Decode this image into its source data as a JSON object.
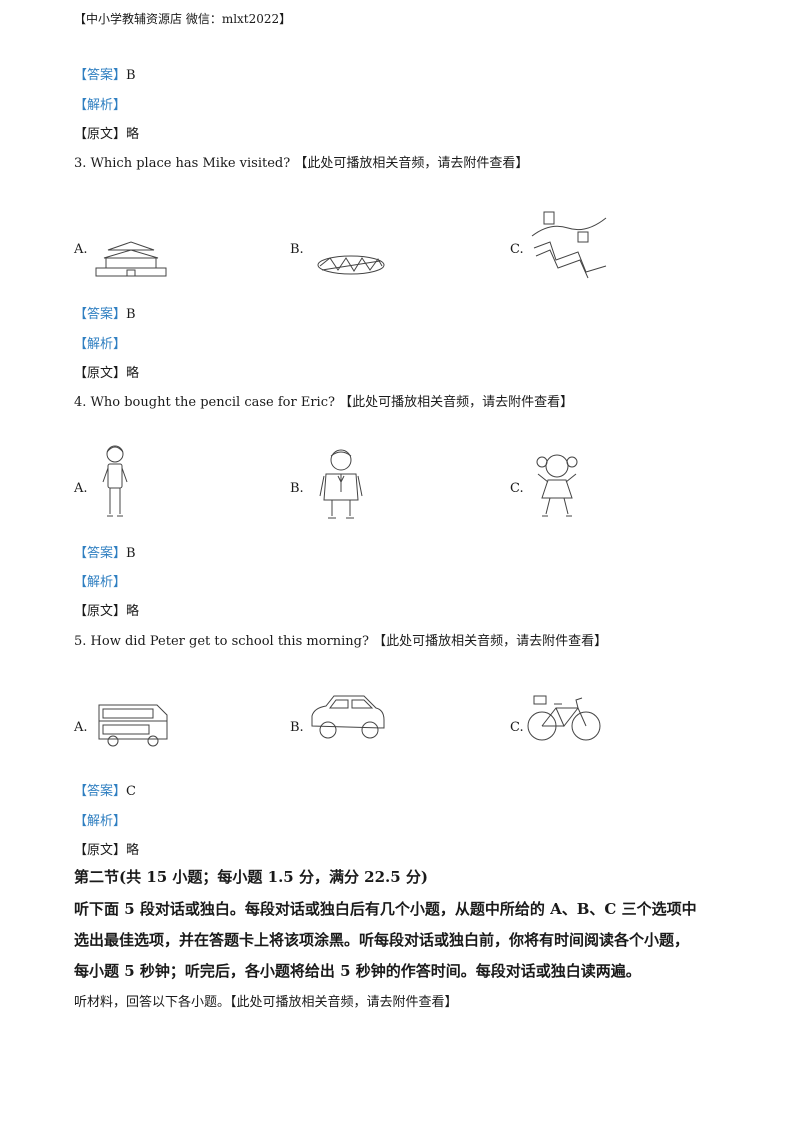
{
  "header": "【中小学教辅资源店  微信：mlxt2022】",
  "tags": {
    "answer": "【答案】",
    "analysis": "【解析】",
    "original": "【原文】"
  },
  "blocks": [
    {
      "answer": "B",
      "original": "略"
    },
    {
      "question": "3.  Which place has Mike visited? 【此处可播放相关音频，请去附件查看】",
      "options": [
        "A.",
        "B.",
        "C."
      ],
      "icons": [
        "tiananmen-icon",
        "birds-nest-stadium-icon",
        "great-wall-icon"
      ],
      "answer": "B",
      "original": "略"
    },
    {
      "question": "4.  Who bought the pencil case for Eric? 【此处可播放相关音频，请去附件查看】",
      "options": [
        "A.",
        "B.",
        "C."
      ],
      "icons": [
        "woman-icon",
        "man-in-suit-icon",
        "girl-icon"
      ],
      "answer": "B",
      "original": "略"
    },
    {
      "question": "5.  How did Peter get to school this morning? 【此处可播放相关音频，请去附件查看】",
      "options": [
        "A.",
        "B.",
        "C."
      ],
      "icons": [
        "bus-icon",
        "car-icon",
        "bicycle-icon"
      ],
      "answer": "C",
      "original": "略"
    }
  ],
  "section": {
    "title": "第二节(共 15 小题；每小题 1.5 分，满分 22.5 分)",
    "instructions": [
      "听下面 5 段对话或独白。每段对话或独白后有几个小题，从题中所给的 A、B、C 三个选项中",
      "选出最佳选项，并在答题卡上将该项涂黑。听每段对话或独白前，你将有时间阅读各个小题，",
      "每小题 5 秒钟；听完后，各小题将给出 5 秒钟的作答时间。每段对话或独白读两遍。"
    ],
    "prompt": "听材料，回答以下各小题。【此处可播放相关音频，请去附件查看】"
  }
}
